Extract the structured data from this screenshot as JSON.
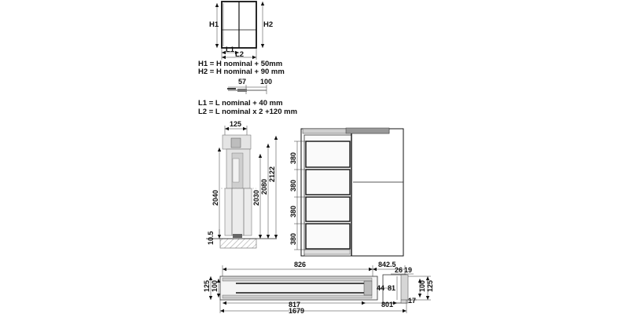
{
  "top": {
    "h1": "H1",
    "h2": "H2",
    "l1": "L1",
    "l2": "L2",
    "formula_h1": "H1 = H nominal + 50mm",
    "formula_h2": "H2 = H nominal + 90 mm",
    "dim_57": "57",
    "dim_100": "100",
    "formula_l1": "L1 = L nominal + 40 mm",
    "formula_l2": "L2 = L nominal x 2 +120 mm"
  },
  "side_section": {
    "dim_125": "125",
    "dim_2040": "2040",
    "dim_2030": "2030",
    "dim_2080": "2080",
    "dim_2122": "2122",
    "dim_10_5": "10.5"
  },
  "front_elevation": {
    "spacing": [
      "380",
      "380",
      "380",
      "380"
    ]
  },
  "plan": {
    "dim_826": "826",
    "dim_842_5": "842.5",
    "dim_26": "26",
    "dim_19": "19",
    "dim_125_left": "125",
    "dim_100_left": "100",
    "dim_44": "44",
    "dim_81": "81",
    "dim_100_right": "100",
    "dim_125_right": "125",
    "dim_817": "817",
    "dim_801": "801",
    "dim_17": "17",
    "dim_1679": "1679"
  }
}
